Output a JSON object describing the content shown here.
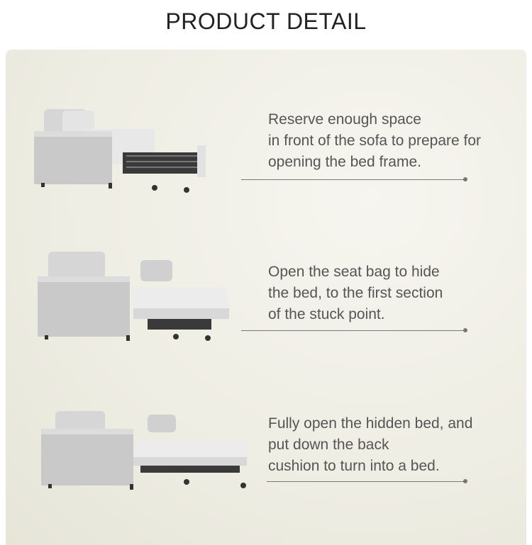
{
  "title": "PRODUCT DETAIL",
  "steps": [
    {
      "lines": [
        "Reserve enough space",
        "in front of the sofa to prepare for",
        "opening the bed frame."
      ],
      "image": "sofa-bed-frame-partially-pulled"
    },
    {
      "lines": [
        "Open the seat bag to hide",
        "the bed, to the first section",
        "of the stuck point."
      ],
      "image": "sofa-bed-first-section"
    },
    {
      "lines": [
        "Fully open the hidden bed, and",
        "put down the back",
        "cushion to turn into a bed."
      ],
      "image": "sofa-bed-fully-open"
    }
  ],
  "colors": {
    "text": "#555555",
    "line": "#777777",
    "background": "#eeede3"
  }
}
